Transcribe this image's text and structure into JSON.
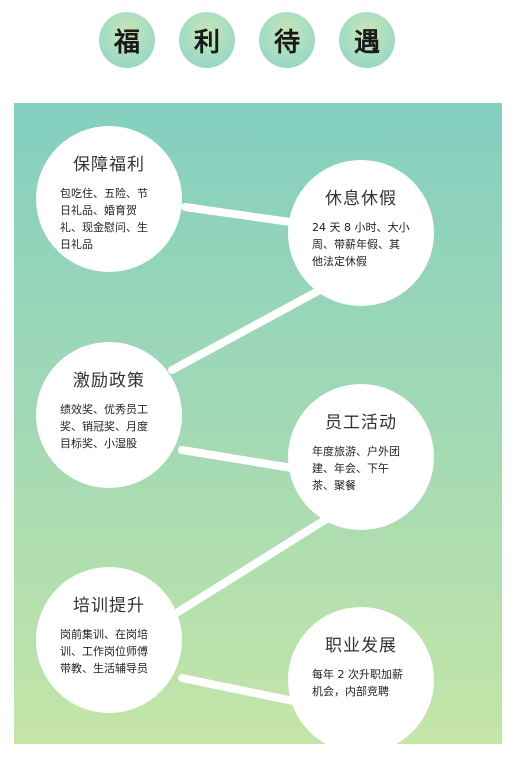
{
  "header": {
    "chars": [
      "福",
      "利",
      "待",
      "遇"
    ]
  },
  "nodes": [
    {
      "title": "保障福利",
      "desc": "包吃住、五险、节日礼品、婚育贺礼、现金慰问、生日礼品"
    },
    {
      "title": "休息休假",
      "desc": "24 天 8 小时、大小周、带薪年假、其他法定休假"
    },
    {
      "title": "激励政策",
      "desc": "绩效奖、优秀员工奖、销冠奖、月度目标奖、小湿股"
    },
    {
      "title": "员工活动",
      "desc": "年度旅游、户外团建、年会、下午茶、聚餐"
    },
    {
      "title": "培训提升",
      "desc": "岗前集训、在岗培训、工作岗位师傅带教、生活辅导员"
    },
    {
      "title": "职业发展",
      "desc": "每年 2 次升职加薪机会，内部竞聘"
    }
  ],
  "colors": {
    "panel_top": "#84cfc0",
    "panel_bottom": "#c5e5a8",
    "connector": "#ffffff"
  }
}
